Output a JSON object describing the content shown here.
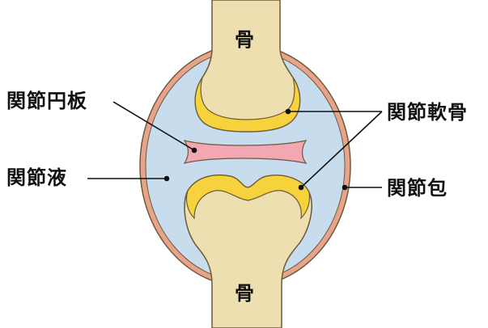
{
  "labels": {
    "bone_top": "骨",
    "bone_bottom": "骨",
    "articular_disc": "関節円板",
    "articular_cartilage": "関節軟骨",
    "synovial_fluid": "関節液",
    "joint_capsule": "関節包"
  },
  "colors": {
    "bone": "#eedfb0",
    "bone_outline": "#6b5a3a",
    "cartilage": "#f6d23c",
    "disc": "#f2a7b3",
    "synovial_fluid": "#c7dcec",
    "capsule": "#e8a48a",
    "leader_line": "#111111"
  }
}
